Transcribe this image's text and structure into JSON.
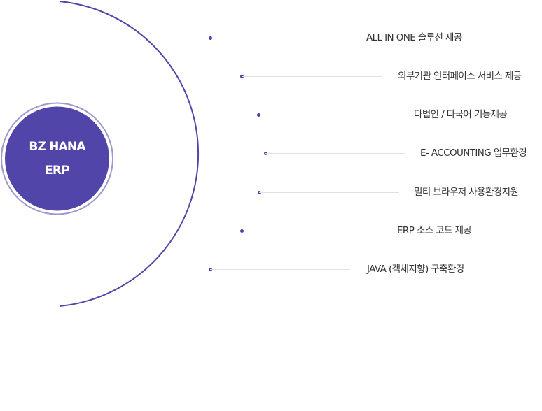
{
  "center": {
    "line1": "BZ HANA",
    "line2": "ERP"
  },
  "features": [
    {
      "label": "ALL IN ONE 솔루션 제공"
    },
    {
      "label": "외부기관 인터페이스 서비스 제공"
    },
    {
      "label": "다법인 / 다국어 기능제공"
    },
    {
      "label": "E- ACCOUNTING 업무환경"
    },
    {
      "label": "멀티 브라우저 사용환경지원"
    },
    {
      "label": "ERP 소스 코드 제공"
    },
    {
      "label": "JAVA (객체지향) 구축환경"
    }
  ],
  "colors": {
    "accent": "#5245aa",
    "ring": "#9f98cc",
    "connector": "#e2e2e6",
    "text": "#333333"
  }
}
